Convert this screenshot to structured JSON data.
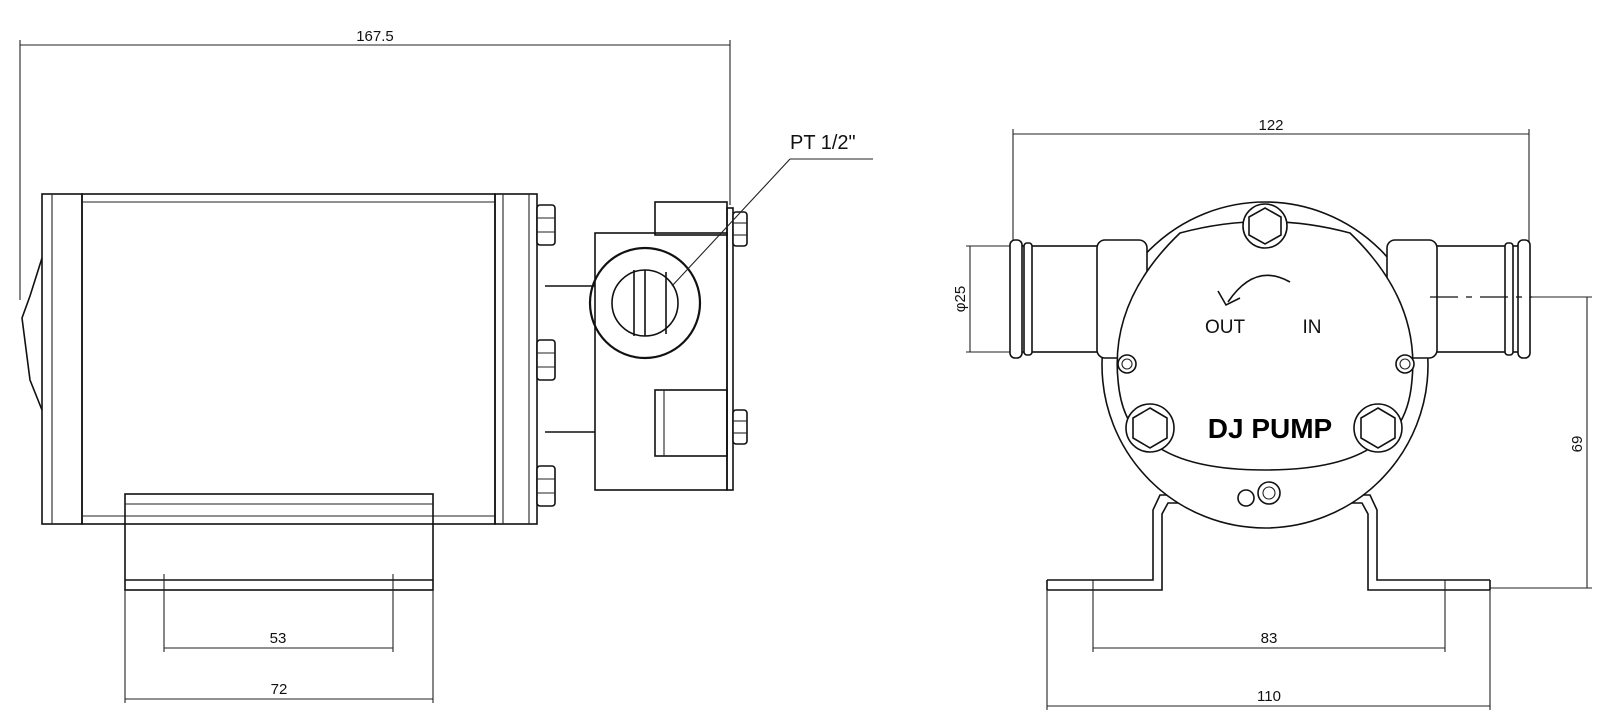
{
  "side_view": {
    "overall_length": "167.5",
    "port_thread": "PT 1/2\"",
    "base_inner": "53",
    "base_outer": "72"
  },
  "front_view": {
    "overall_width": "122",
    "hose_diameter": "φ25",
    "height": "69",
    "base_inner": "83",
    "base_outer": "110",
    "port_out": "OUT",
    "port_in": "IN",
    "brand": "DJ PUMP"
  }
}
